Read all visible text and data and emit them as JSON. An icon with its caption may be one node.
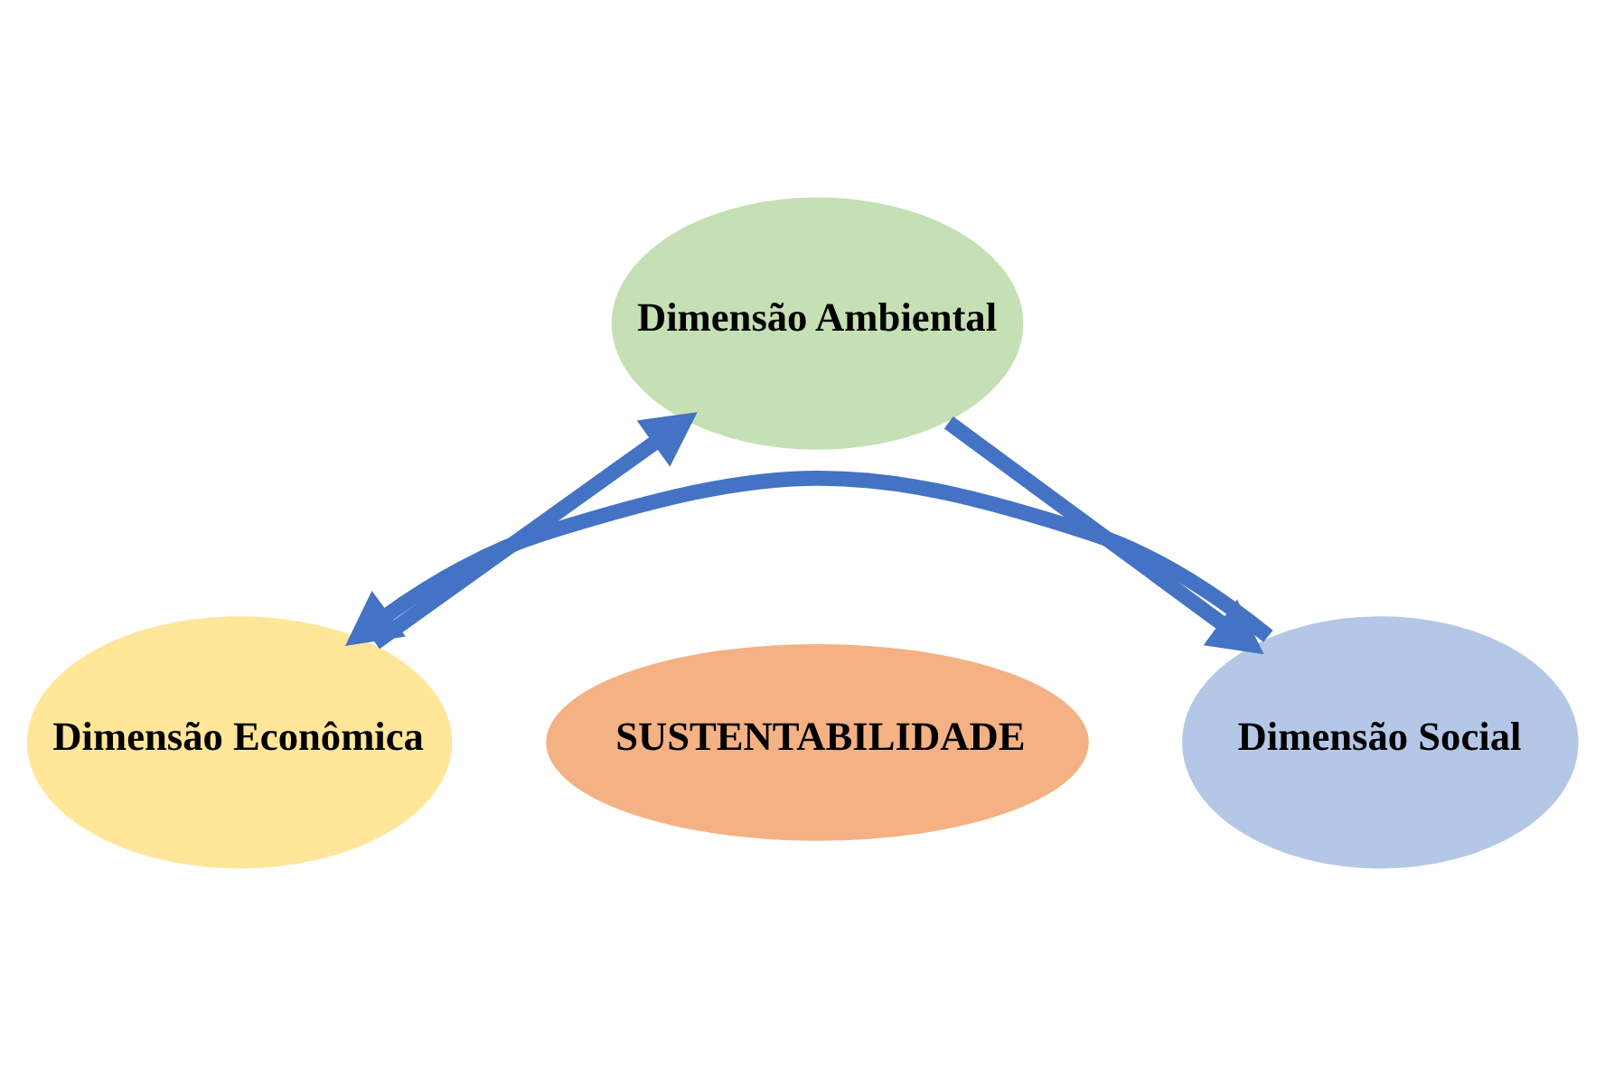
{
  "diagram": {
    "nodes": [
      {
        "text": [
          "Dimensão Ambiental"
        ]
      },
      {
        "text": [
          "Dimensão Econômica"
        ]
      },
      {
        "text": [
          "SUSTENTABILIDADE"
        ]
      },
      {
        "text": [
          "Dimensão Social"
        ]
      }
    ],
    "edges": [
      {
        "from": 1,
        "to": 0,
        "arrow": "to"
      },
      {
        "from": 0,
        "to": 3,
        "arrow": "to"
      },
      {
        "from": 3,
        "to": 1,
        "arrow": "to"
      }
    ]
  }
}
